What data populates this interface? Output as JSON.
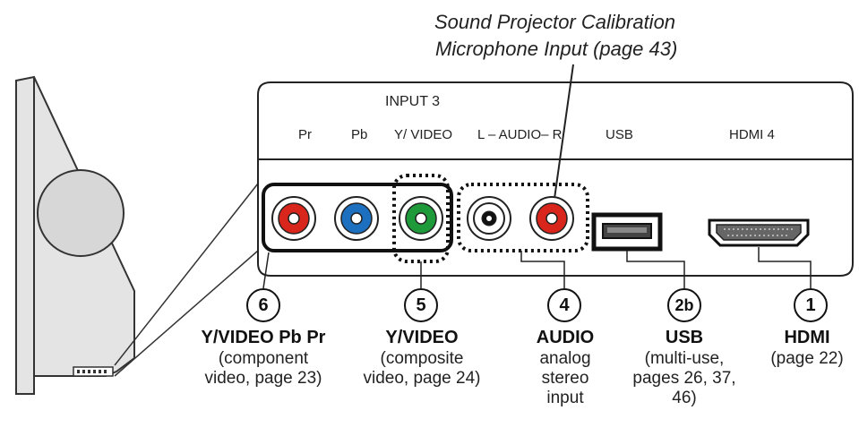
{
  "callout": {
    "line1": "Sound Projector Calibration",
    "line2": "Microphone Input (page 43)"
  },
  "panel": {
    "input_group": "INPUT 3",
    "headers": {
      "pr": "Pr",
      "pb": "Pb",
      "yvideo": "Y/ VIDEO",
      "audio": "L –  AUDIO–  R",
      "usb": "USB",
      "hdmi": "HDMI 4"
    }
  },
  "jack_colors": {
    "pr": "#d8261c",
    "pb": "#1d6fc0",
    "y": "#1e9a3a",
    "audio_l": "#ffffff",
    "audio_r": "#d8261c"
  },
  "labels": [
    {
      "num": "6",
      "title": "Y/VIDEO Pb Pr",
      "desc": [
        "(component",
        "video, page 23)"
      ]
    },
    {
      "num": "5",
      "title": "Y/VIDEO",
      "desc": [
        "(composite",
        "video, page 24)"
      ]
    },
    {
      "num": "4",
      "title": "AUDIO",
      "desc": [
        "analog",
        "stereo",
        "input"
      ]
    },
    {
      "num": "2b",
      "title": "USB",
      "desc": [
        "(multi-use,",
        "pages 26, 37,",
        "46)"
      ]
    },
    {
      "num": "1",
      "title": "HDMI",
      "desc": [
        "(page 22)"
      ]
    }
  ]
}
